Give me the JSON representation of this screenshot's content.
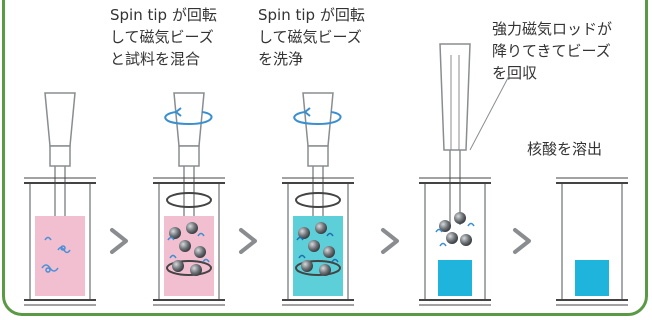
{
  "captions": {
    "step2": [
      "Spin tip が回転",
      "して磁気ビーズ",
      "と試料を混合"
    ],
    "step3": [
      "Spin tip が回転",
      "して磁気ビーズ",
      "を洗浄"
    ],
    "step4": [
      "強力磁気ロッドが",
      "降りてきてビーズ",
      "を回収"
    ],
    "step5": [
      "核酸を溶出"
    ]
  },
  "colors": {
    "frame": "#5a9a44",
    "pink_sample": "#f2bfd0",
    "wash_cyan": "#5ccfd8",
    "eluate_blue": "#1fb4dc",
    "bead_gray": "#6e7378",
    "arrow_gray": "#8a8d90",
    "rotation_blue": "#3a8fd0"
  },
  "icons": [
    "chevron-right-icon",
    "rotation-arrow-icon"
  ]
}
